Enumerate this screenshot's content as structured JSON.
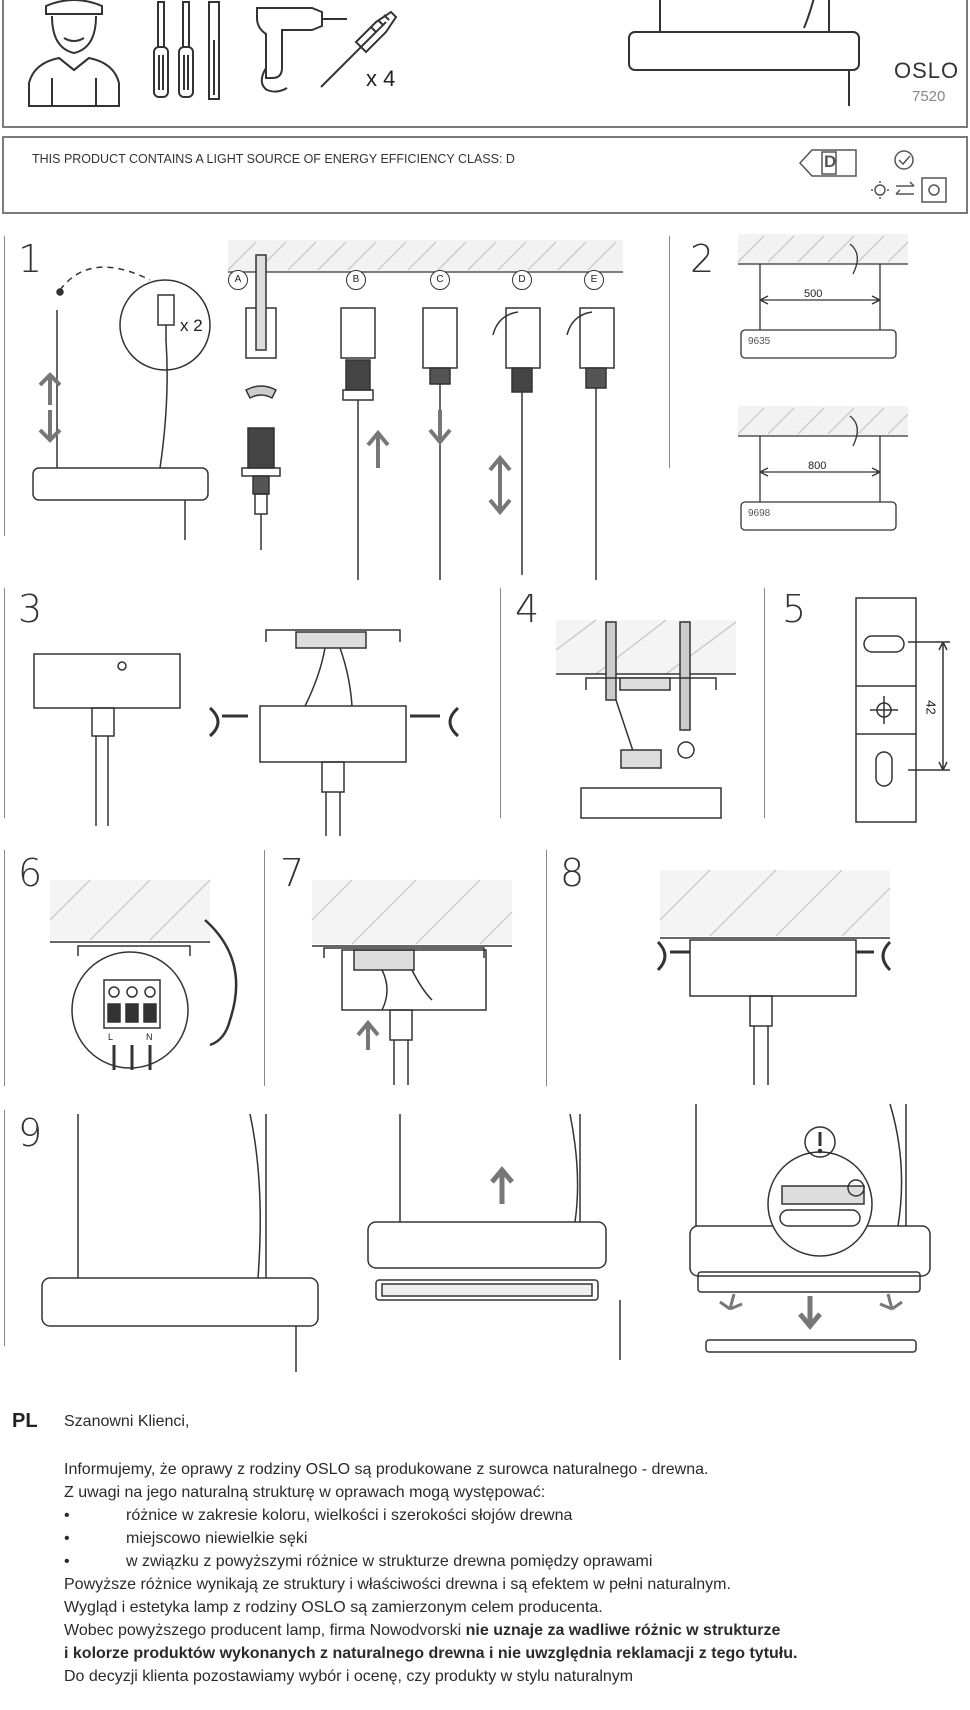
{
  "header": {
    "screw_count": "x 4",
    "product_name": "OSLO",
    "product_code": "7520"
  },
  "energy": {
    "notice": "THIS PRODUCT CONTAINS A LIGHT SOURCE OF ENERGY EFFICIENCY CLASS: D",
    "class_letter": "D"
  },
  "steps": {
    "s1": "1",
    "s2": "2",
    "s3": "3",
    "s4": "4",
    "s5": "5",
    "s6": "6",
    "s7": "7",
    "s8": "8",
    "s9": "9"
  },
  "step1": {
    "multiplier": "x 2",
    "variants": [
      "A",
      "B",
      "C",
      "D",
      "E"
    ]
  },
  "step2": {
    "dim_a": "500",
    "code_a": "9635",
    "dim_b": "800",
    "code_b": "9698"
  },
  "step5": {
    "dim": "42"
  },
  "step6": {
    "terminals": [
      "L",
      "N"
    ]
  },
  "text": {
    "lang": "PL",
    "greeting": "Szanowni Klienci,",
    "p1": "Informujemy, że  oprawy z rodziny OSLO są produkowane z surowca naturalnego - drewna.",
    "p2": "Z uwagi na jego naturalną strukturę w oprawach mogą występować:",
    "bullets": [
      "różnice w zakresie koloru, wielkości i szerokości słojów drewna",
      "miejscowo niewielkie sęki",
      "w związku z powyższymi różnice w strukturze drewna pomiędzy oprawami"
    ],
    "p3": "Powyższe różnice wynikają ze struktury i właściwości drewna i są efektem w pełni naturalnym.",
    "p4": "Wygląd i estetyka lamp z rodziny OSLO są zamierzonym celem producenta.",
    "p5_a": "Wobec powyższego producent lamp, firma Nowodvorski ",
    "p5_b": "nie uznaje za wadliwe różnic w strukturze",
    "p6": "i kolorze produktów wykonanych z naturalnego drewna i nie uwzględnia reklamacji z tego tytułu.",
    "p7": "Do decyzji klienta pozostawiamy wybór i ocenę, czy produkty w stylu naturalnym"
  }
}
